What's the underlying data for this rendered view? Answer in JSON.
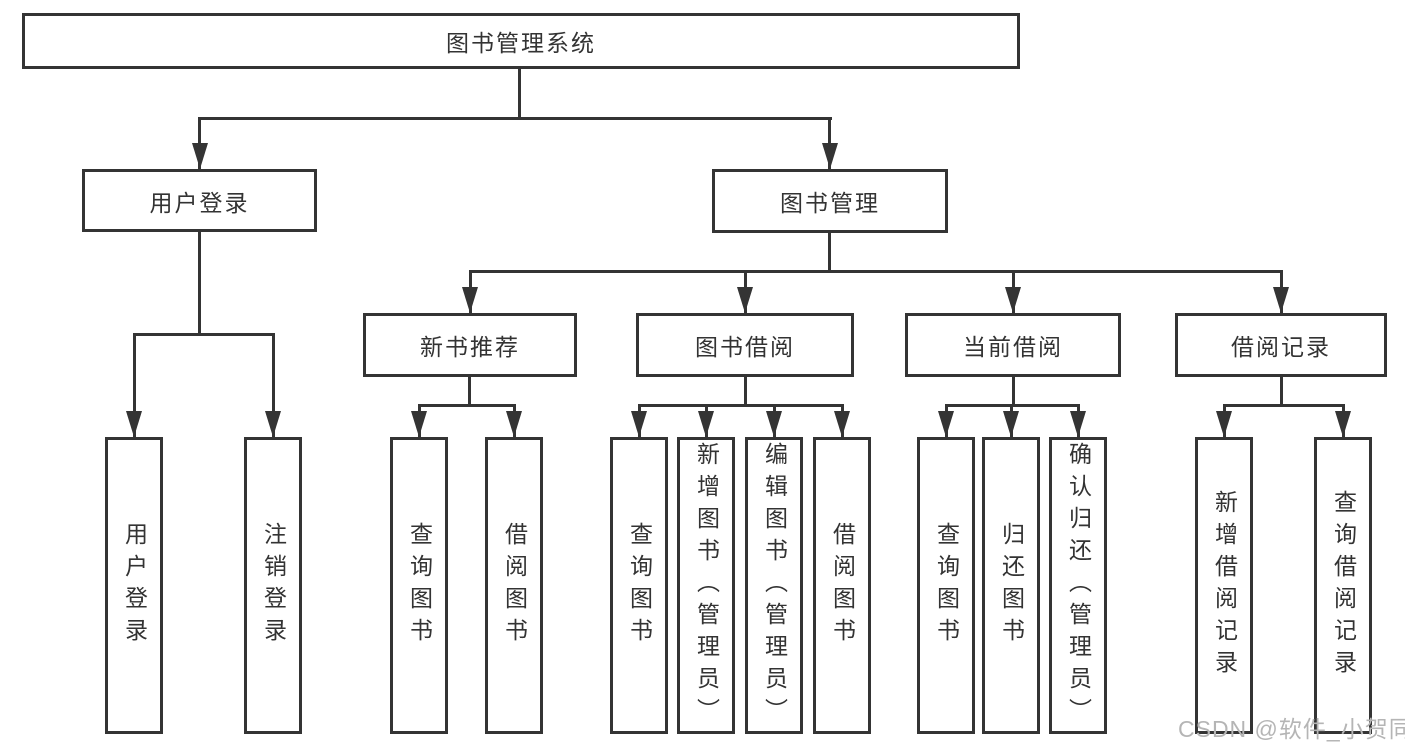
{
  "colors": {
    "line": "#343434",
    "text": "#333333",
    "watermark": "#b5b5b5",
    "background": "#ffffff"
  },
  "tree": {
    "label": "图书管理系统",
    "children": [
      {
        "label": "用户登录",
        "children": [
          {
            "label": "用户登录"
          },
          {
            "label": "注销登录"
          }
        ]
      },
      {
        "label": "图书管理",
        "children": [
          {
            "label": "新书推荐",
            "children": [
              {
                "label": "查询图书"
              },
              {
                "label": "借阅图书"
              }
            ]
          },
          {
            "label": "图书借阅",
            "children": [
              {
                "label": "查询图书"
              },
              {
                "label": "新增图书（管理员）"
              },
              {
                "label": "编辑图书（管理员）"
              },
              {
                "label": "借阅图书"
              }
            ]
          },
          {
            "label": "当前借阅",
            "children": [
              {
                "label": "查询图书"
              },
              {
                "label": "归还图书"
              },
              {
                "label": "确认归还（管理员）"
              }
            ]
          },
          {
            "label": "借阅记录",
            "children": [
              {
                "label": "新增借阅记录"
              },
              {
                "label": "查询借阅记录"
              }
            ]
          }
        ]
      }
    ]
  },
  "watermark": {
    "text": "CSDN @软件_小贺同学"
  }
}
